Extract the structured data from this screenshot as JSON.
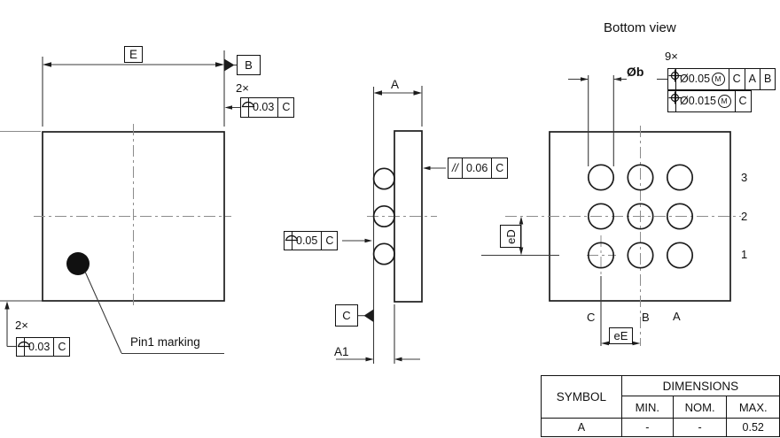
{
  "title": "Bottom view",
  "colors": {
    "line": "#1c1c1c",
    "centerline": "#8c8c8c"
  },
  "top_view": {
    "dim_e": "E",
    "datum_b": "B",
    "count_top": "2×",
    "fcf_top": {
      "symbol_icon": "profile-of-surface-icon",
      "value": "0.03",
      "datum": "C"
    },
    "count_bottom": "2×",
    "fcf_bottom": {
      "symbol_icon": "profile-of-surface-icon",
      "value": "0.03",
      "datum": "C"
    },
    "pin1_label": "Pin1 marking"
  },
  "side_view": {
    "dim_a": "A",
    "dim_a1": "A1",
    "datum_c": "C",
    "fcf_profile": {
      "symbol_icon": "profile-of-surface-icon",
      "value": "0.05",
      "datum": "C"
    },
    "fcf_parallel": {
      "symbol": "//",
      "value": "0.06",
      "datum": "C"
    }
  },
  "bottom_view": {
    "count_balls": "9×",
    "dim_ball": "Øb",
    "fcf_position_1": {
      "symbol_icon": "position-icon",
      "value": "Ø0.05",
      "modifier": "M",
      "datum_1": "C",
      "datum_2": "A",
      "datum_3": "B"
    },
    "fcf_position_2": {
      "symbol_icon": "position-icon",
      "value": "Ø0.015",
      "modifier": "M",
      "datum_1": "C"
    },
    "dim_ed": "eD",
    "dim_ee": "eE",
    "row_labels": [
      "3",
      "2",
      "1"
    ],
    "col_labels": [
      "C",
      "B",
      "A"
    ]
  },
  "table": {
    "symbol_header": "SYMBOL",
    "dimensions_header": "DIMENSIONS",
    "sub_headers": [
      "MIN.",
      "NOM.",
      "MAX."
    ],
    "rows": [
      {
        "symbol": "A",
        "min": "-",
        "nom": "-",
        "max": "0.52"
      }
    ]
  }
}
